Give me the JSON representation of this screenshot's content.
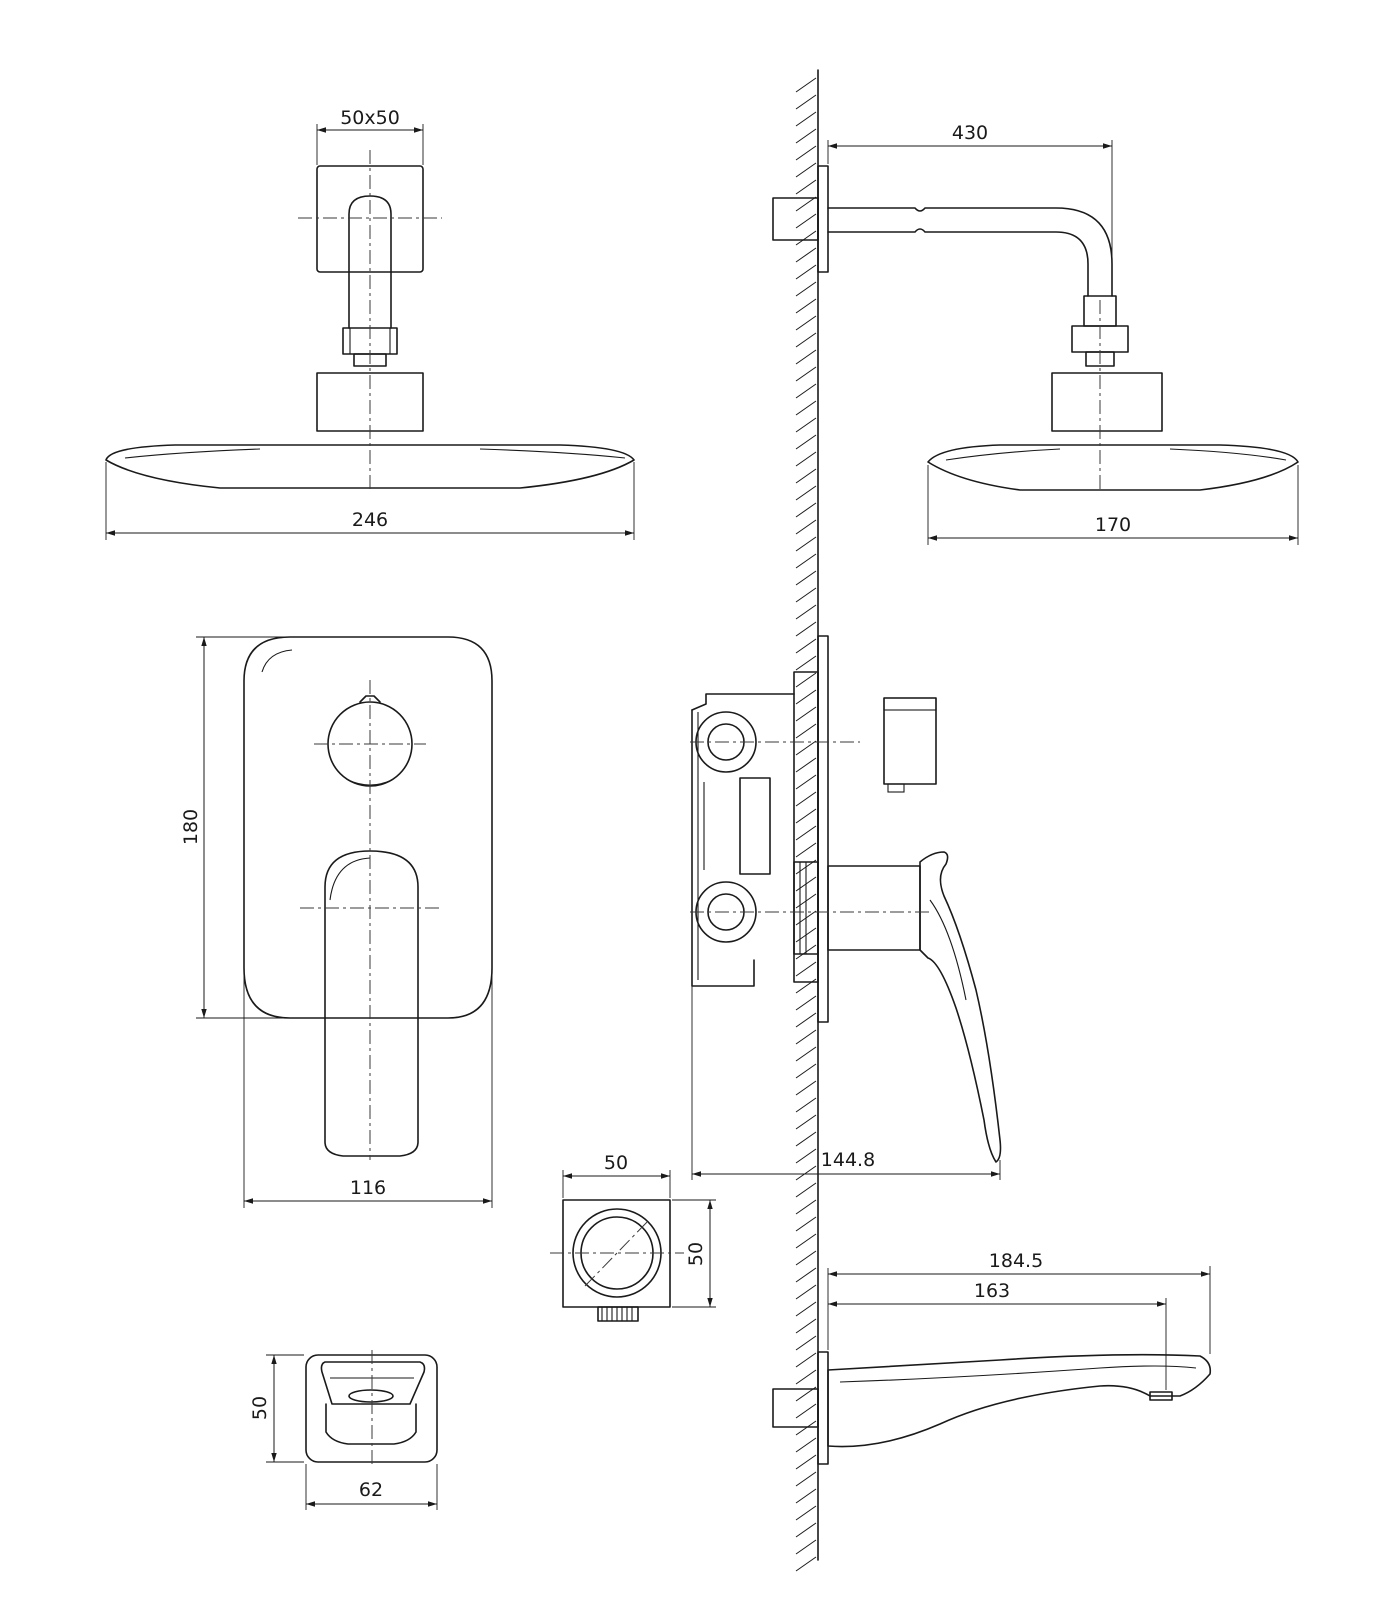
{
  "drawing": {
    "dimensions": {
      "arm_flange": "50x50",
      "arm_projection": "430",
      "head_front_width": "246",
      "head_side_width": "170",
      "mixer_plate_height": "180",
      "mixer_plate_width": "116",
      "mixer_projection": "144.8",
      "outlet_width": "50",
      "outlet_height": "50",
      "spout_length_total": "184.5",
      "spout_length_outlet": "163",
      "spout_front_height": "50",
      "spout_front_width": "62"
    }
  }
}
